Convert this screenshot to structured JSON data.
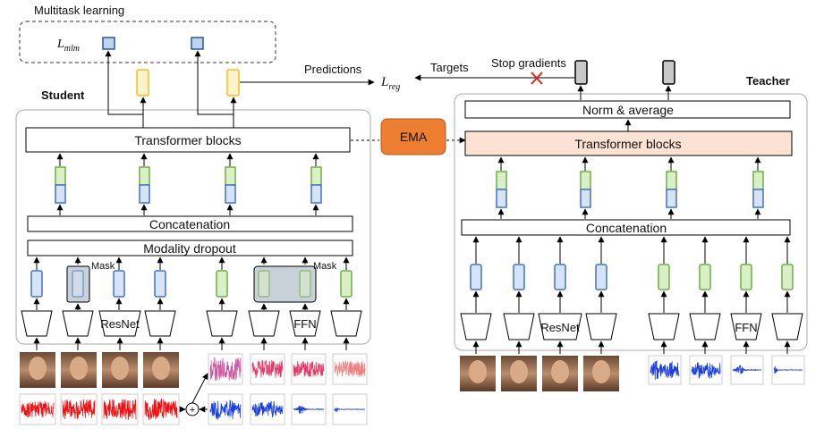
{
  "multitask": {
    "title": "Multitask learning",
    "loss_main": "L",
    "loss_sub": "mlm"
  },
  "student": {
    "title": "Student",
    "transformer": "Transformer blocks",
    "concat": "Concatenation",
    "dropout": "Modality dropout",
    "mask_label_1": "Mask",
    "mask_label_2": "Mask",
    "resnet": "ResNet",
    "ffn": "FFN"
  },
  "teacher": {
    "title": "Teacher",
    "norm": "Norm & average",
    "transformer": "Transformer blocks",
    "concat": "Concatenation",
    "resnet": "ResNet",
    "ffn": "FFN"
  },
  "flow": {
    "predictions": "Predictions",
    "targets": "Targets",
    "stop_gradients": "Stop gradients",
    "reg_main": "L",
    "reg_sub": "reg",
    "ema": "EMA"
  },
  "colors": {
    "video_token": "#d6e4f7",
    "video_border": "#4472c4",
    "audio_token": "#d9efc6",
    "audio_border": "#70ad47",
    "pred_fill": "#fff2cc",
    "pred_border": "#f0c020",
    "teacher_transformer": "#fbe2d3",
    "ema": "#ed7d31",
    "cross": "#e02020",
    "waveform_red": "#ee1111",
    "waveform_blue": "#1a3fe0"
  }
}
